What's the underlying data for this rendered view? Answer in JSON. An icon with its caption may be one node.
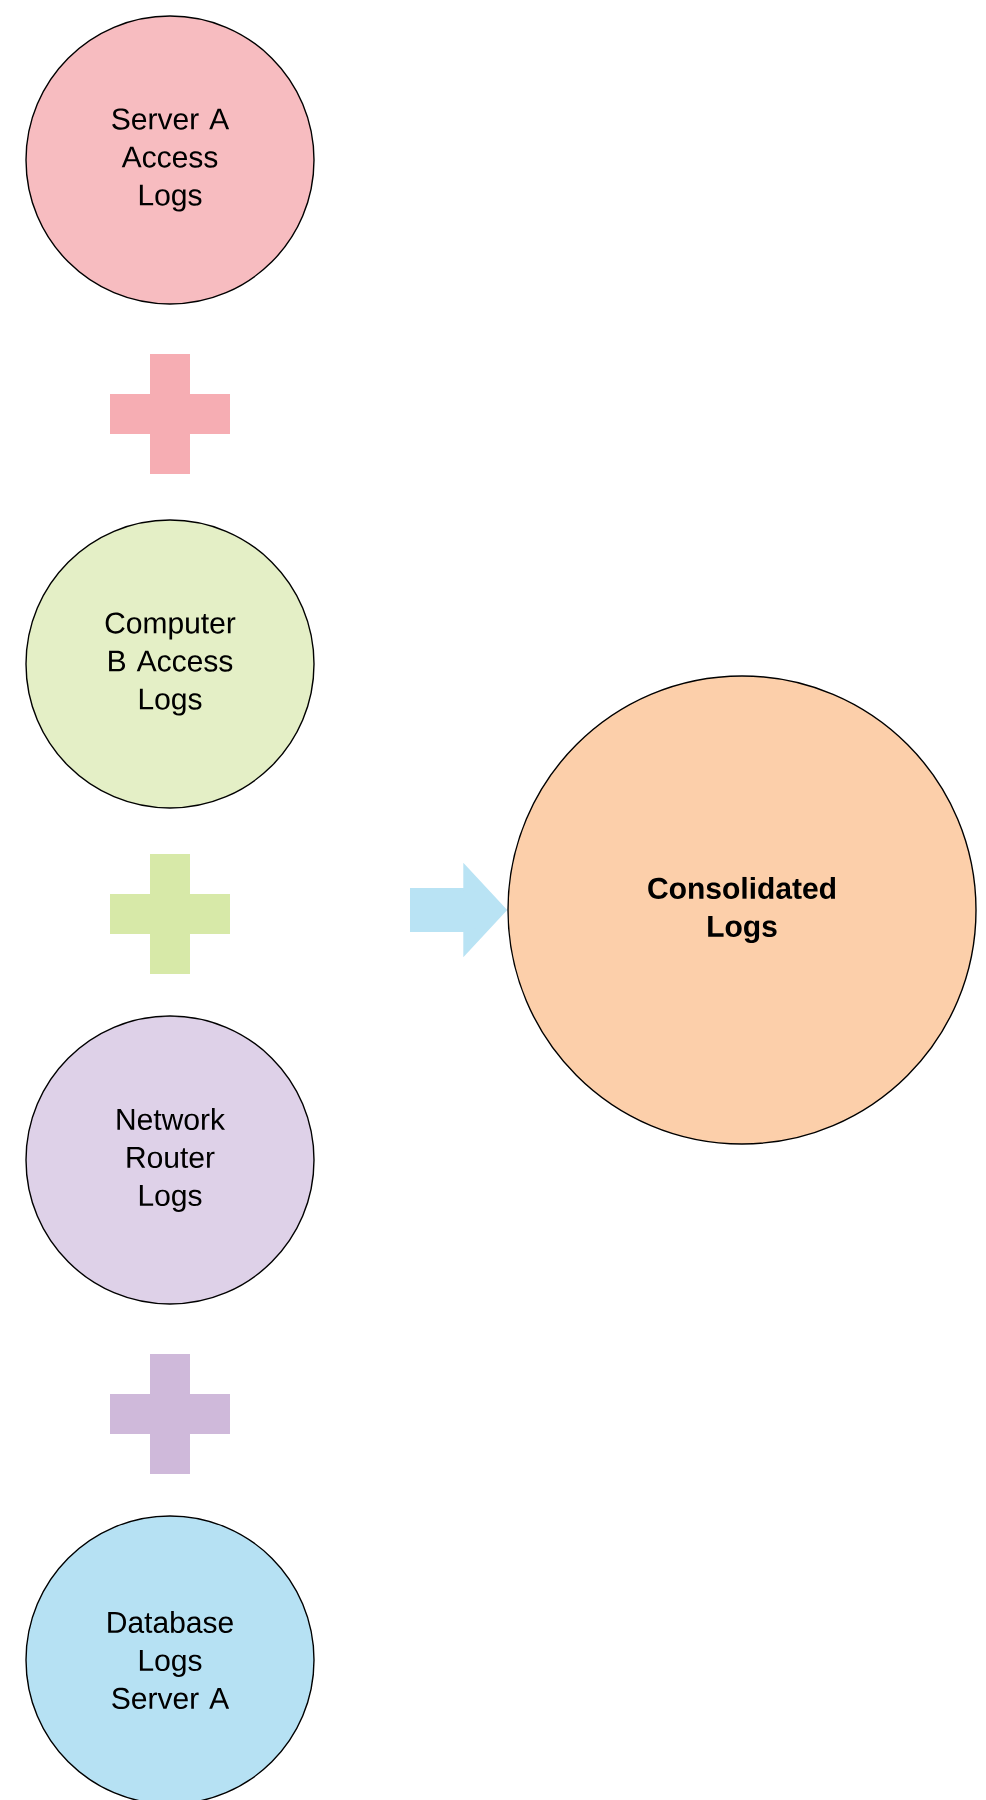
{
  "diagram": {
    "nodes": [
      {
        "text": [
          "Server A Access Logs"
        ]
      },
      {
        "text": [
          "Computer B Access Logs"
        ]
      },
      {
        "text": [
          "Network Router Logs"
        ]
      },
      {
        "text": [
          "Database Logs Server A"
        ]
      },
      {
        "text": [
          "**Consolidated Logs**"
        ]
      }
    ],
    "edges": [
      {
        "from": null,
        "to": 4,
        "arrow": "to"
      }
    ]
  }
}
